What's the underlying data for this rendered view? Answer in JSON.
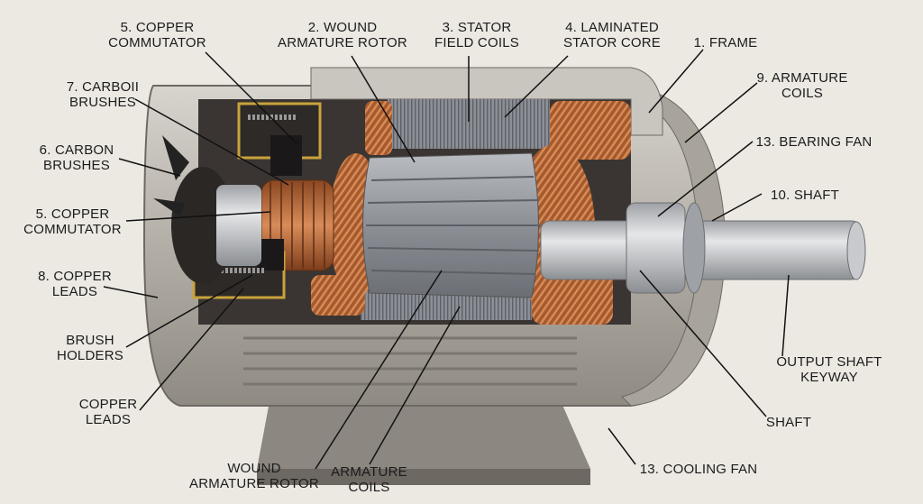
{
  "labels": {
    "copper_commutator_top": [
      "5. COPPER",
      "COMMUTATOR"
    ],
    "wound_armature_rotor_top": [
      "2. WOUND",
      "ARMATURE ROTOR"
    ],
    "stator_field_coils": [
      "3. STATOR",
      "FIELD COILS"
    ],
    "laminated_stator_core": [
      "4. LAMINATED",
      "STATOR CORE"
    ],
    "frame": [
      "1. FRAME"
    ],
    "carbon_brushes_7": [
      "7. CARBOII",
      "BRUSHES"
    ],
    "armature_coils_9": [
      "9. ARMATURE",
      "COILS"
    ],
    "carbon_brushes_6": [
      "6. CARBON",
      "BRUSHES"
    ],
    "bearing_fan": [
      "13. BEARING FAN"
    ],
    "copper_commutator_left": [
      "5. COPPER",
      "COMMUTATOR"
    ],
    "shaft_10": [
      "10. SHAFT"
    ],
    "copper_leads_8": [
      "8. COPPER",
      "LEADS"
    ],
    "brush_holders": [
      "BRUSH",
      "HOLDERS"
    ],
    "output_shaft_keyway": [
      "OUTPUT SHAFT",
      "KEYWAY"
    ],
    "copper_leads_bottom": [
      "COPPER",
      "LEADS"
    ],
    "shaft_bottom": [
      "SHAFT"
    ],
    "wound_armature_rotor_bottom": [
      "WOUND",
      "ARMATURE ROTOR"
    ],
    "armature_coils_bottom": [
      "ARMATURE",
      "COILS"
    ],
    "cooling_fan": [
      "13. COOLING FAN"
    ]
  },
  "colors": {
    "background": "#ece9e3",
    "housing": "#b7b2aa",
    "copper": "#b8683a",
    "lamination": "#8d9096",
    "shaft": "#c4c6c9",
    "label_text": "#1c1c1c"
  }
}
